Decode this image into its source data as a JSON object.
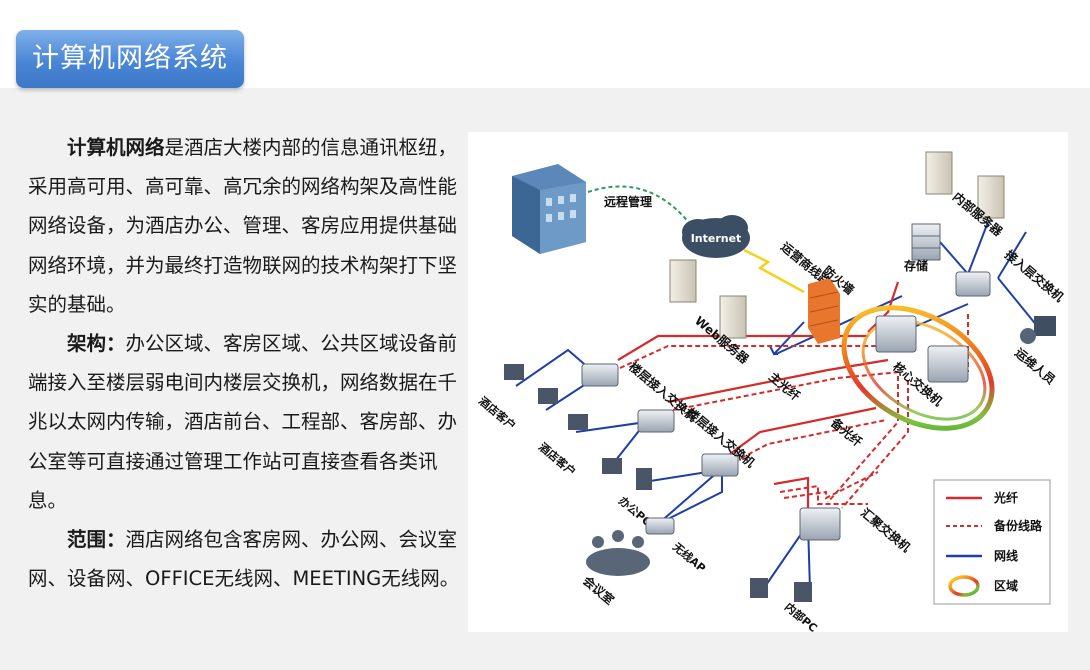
{
  "title": "计算机网络系统",
  "paragraphs": [
    {
      "heading": "计算机网络",
      "text": "是酒店大楼内部的信息通讯枢纽，采用高可用、高可靠、高冗余的网络构架及高性能网络设备，为酒店办公、管理、客房应用提供基础网络环境，并为最终打造物联网的技术构架打下坚实的基础。"
    },
    {
      "heading": "架构：",
      "text": "办公区域、客房区域、公共区域设备前端接入至楼层弱电间内楼层交换机，网络数据在千兆以太网内传输，酒店前台、工程部、客房部、办公室等可直接通过管理工作站可直接查看各类讯息。"
    },
    {
      "heading": "范围：",
      "text": "酒店网络包含客房网、办公网、会议室网、设备网、OFFICE无线网、MEETING无线网。"
    }
  ],
  "diagram": {
    "remote_mgmt": "远程管理",
    "internet": "Internet",
    "isp_line": "运营商线路",
    "firewall": "防火墙",
    "web_server": "Web服务器",
    "internal_server": "内部服务器",
    "storage": "存储",
    "access_switch_top": "接入层交换机",
    "ops_staff": "运维人员",
    "core_switch": "核心交换机",
    "floor_switch_1": "楼层接入交换机",
    "floor_switch_2": "楼层接入交换机",
    "hotel_guest_1": "酒店客户",
    "hotel_guest_2": "酒店客户",
    "office_pc": "办公PC",
    "wireless_ap": "无线AP",
    "meeting_room": "会议室",
    "main_fiber": "主光纤",
    "backup_fiber": "备光纤",
    "aggregation_switch": "汇聚交换机",
    "internal_pc": "内部PC"
  },
  "legend": [
    {
      "label": "光纤",
      "color": "#d62b2b",
      "style": "solid"
    },
    {
      "label": "备份线路",
      "color": "#d62b2b",
      "style": "dashed"
    },
    {
      "label": "网线",
      "color": "#1f3fa8",
      "style": "solid"
    },
    {
      "label": "区域",
      "color": "#e8b400",
      "style": "ring"
    }
  ],
  "colors": {
    "title_bg": "#4a86d6",
    "fiber": "#d62b2b",
    "cable": "#1f3fa8"
  }
}
